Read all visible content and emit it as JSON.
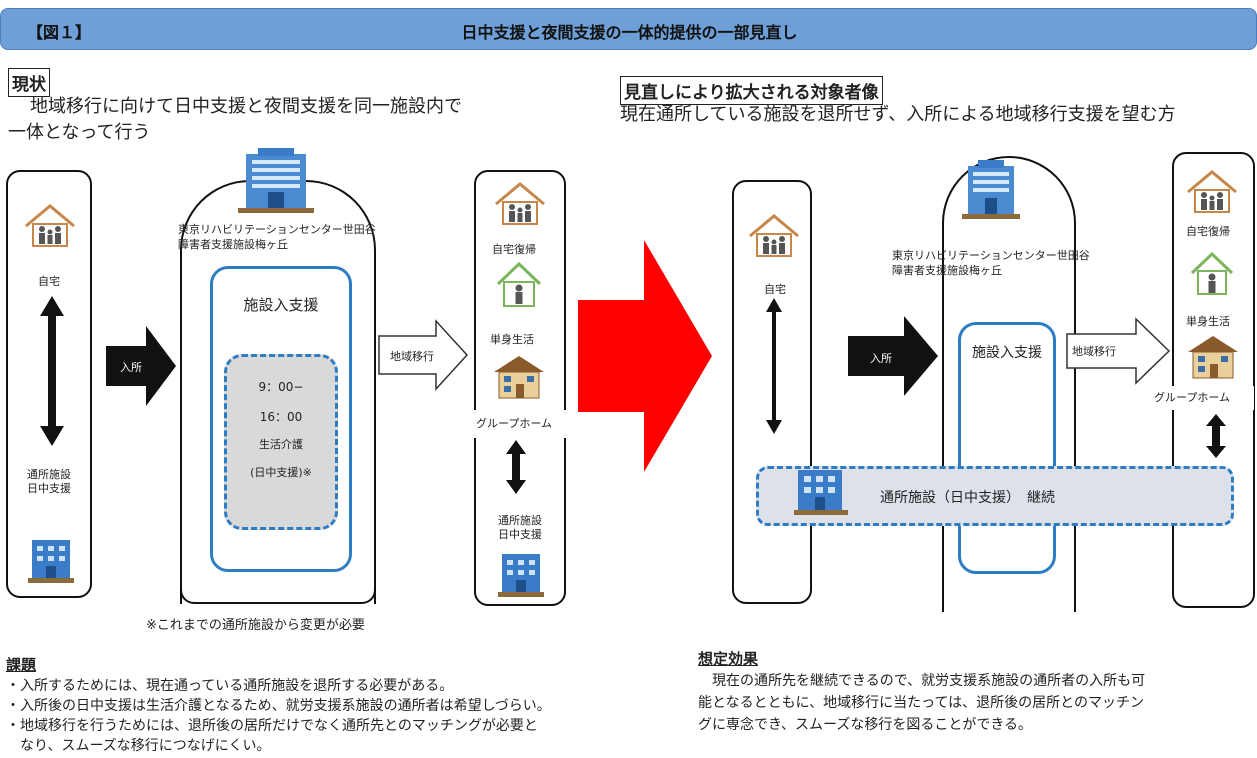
{
  "header": {
    "figure_label": "【図１】",
    "title": "日中支援と夜間支援の一体的提供の一部見直し"
  },
  "left": {
    "heading": "現状",
    "desc_line1": "地域移行に向けて日中支援と夜間支援を同一施設内で",
    "desc_line2": "一体となって行う",
    "home_label": "自宅",
    "day_facility_label": "通所施設\n日中支援",
    "facility_name_line1": "東京リハビリテーションセンター世田谷",
    "facility_name_line2": "障害者支援施設梅ヶ丘",
    "facility_support": "施設入支援",
    "time_line1": "9：00−",
    "time_line2": "16：00",
    "care_line1": "生活介護",
    "care_line2": "(日中支援)※",
    "nyusho": "入所",
    "chiiki_iko": "地域移行",
    "right_home_label": "自宅復帰",
    "single_life": "単身生活",
    "group_home": "グループホーム",
    "right_day_label_line1": "通所施設",
    "right_day_label_line2": "日中支援",
    "footnote": "※これまでの通所施設から変更が必要"
  },
  "right": {
    "heading": "見直しにより拡大される対象者像",
    "desc": "現在通所している施設を退所せず、入所による地域移行支援を望む方",
    "home_label": "自宅",
    "facility_name_line1": "東京リハビリテーションセンター世田谷",
    "facility_name_line2": "障害者支援施設梅ヶ丘",
    "facility_support": "施設入支援",
    "nyusho": "入所",
    "chiiki_iko": "地域移行",
    "right_home_label": "自宅復帰",
    "single_life": "単身生活",
    "group_home": "グループホーム",
    "day_continue": "通所施設（日中支援）　継続"
  },
  "issues": {
    "heading": "課題",
    "items": [
      "・入所するためには、現在通っている通所施設を退所する必要がある。",
      "・入所後の日中支援は生活介護となるため、就労支援系施設の通所者は希望しづらい。",
      "・地域移行を行うためには、退所後の居所だけでなく通所先とのマッチングが必要と",
      "　なり、スムーズな移行につなげにくい。"
    ]
  },
  "effects": {
    "heading": "想定効果",
    "lines": [
      "　現在の通所先を継続できるので、就労支援系施設の通所者の入所も可",
      "能となるとともに、地域移行に当たっては、退所後の居所とのマッチン",
      "グに専念でき、スムーズな移行を図ることができる。"
    ]
  },
  "colors": {
    "header_bg": "#6e9fd6",
    "accent_blue": "#2e7cc4",
    "big_arrow": "#ff0000",
    "dash_fill": "#d9d9d9"
  },
  "icons": [
    "house-family-icon",
    "house-person-icon",
    "building-icon",
    "group-home-icon",
    "double-arrow-icon"
  ]
}
